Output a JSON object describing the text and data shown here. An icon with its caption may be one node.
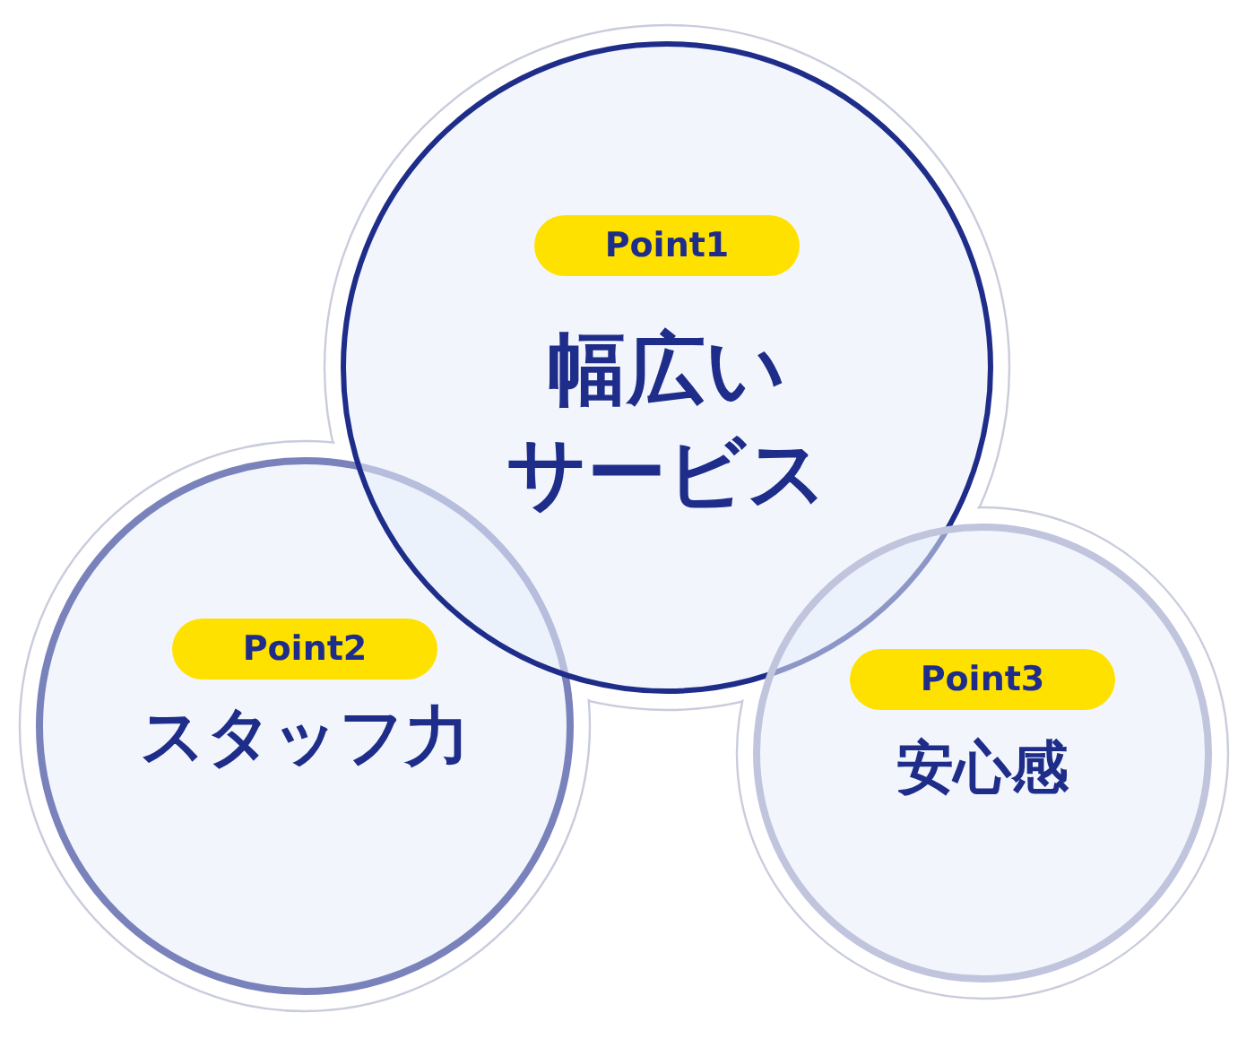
{
  "diagram": {
    "nodes": [
      {
        "text": [
          "幅広いサービス"
        ]
      },
      {
        "text": [
          "Point1"
        ],
        "in": 0
      },
      {
        "text": [
          "スタッフ力"
        ]
      },
      {
        "text": [
          "Point2"
        ],
        "in": 2
      },
      {
        "text": [
          "安心感"
        ]
      },
      {
        "text": [
          "Point3"
        ],
        "in": 4
      }
    ]
  }
}
